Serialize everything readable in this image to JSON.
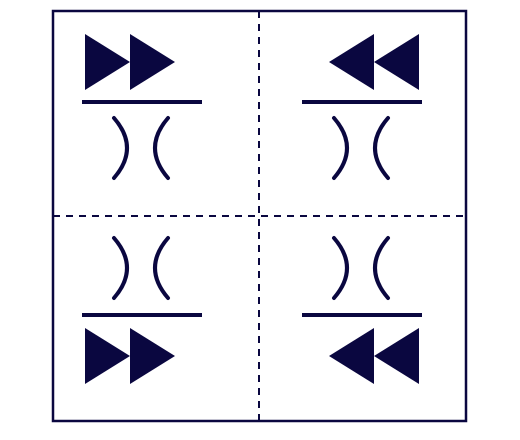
{
  "diagram": {
    "type": "symbol-grid-2x2",
    "colors": {
      "ink": "#0a0740",
      "background": "#ffffff"
    },
    "quadrants": [
      {
        "position": "top-left",
        "arrow_icon": "fast-forward-icon",
        "arrow_direction": "right",
        "arrow_placement": "above",
        "constriction_icon": "constriction-icon"
      },
      {
        "position": "top-right",
        "arrow_icon": "rewind-icon",
        "arrow_direction": "left",
        "arrow_placement": "above",
        "constriction_icon": "constriction-icon"
      },
      {
        "position": "bottom-left",
        "arrow_icon": "fast-forward-icon",
        "arrow_direction": "right",
        "arrow_placement": "below",
        "constriction_icon": "constriction-icon"
      },
      {
        "position": "bottom-right",
        "arrow_icon": "rewind-icon",
        "arrow_direction": "left",
        "arrow_placement": "below",
        "constriction_icon": "constriction-icon"
      }
    ]
  }
}
